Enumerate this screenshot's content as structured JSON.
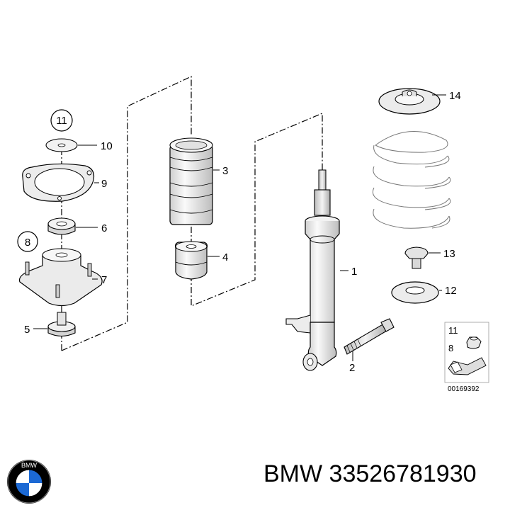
{
  "diagram": {
    "callouts": [
      "1",
      "2",
      "3",
      "4",
      "5",
      "6",
      "7",
      "8",
      "9",
      "10",
      "11",
      "12",
      "13",
      "14"
    ],
    "inset": {
      "labels": [
        "11",
        "8"
      ],
      "reference_number": "00169392"
    }
  },
  "footer": {
    "brand_logo": "BMW",
    "part_number": "BMW 33526781930"
  },
  "colors": {
    "line": "#000000",
    "part_fill": "#ececec",
    "shade": "#bdbdbd",
    "logo_blue": "#1c69d4"
  },
  "icons": [
    "bmw-logo"
  ]
}
